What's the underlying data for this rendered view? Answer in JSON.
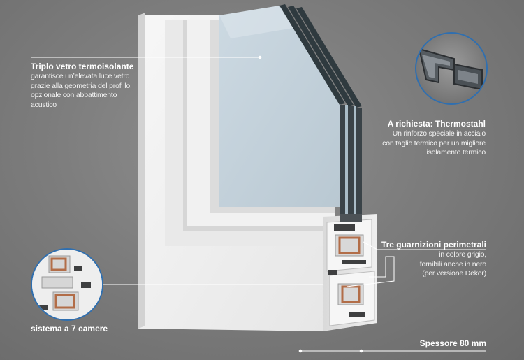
{
  "callouts": {
    "triple_glass": {
      "title": "Triplo vetro termoisolante",
      "lines": [
        "garantisce un’elevata luce vetro",
        "grazie alla geometria del profi lo,",
        "opzionale con abbattimento",
        "acustico"
      ]
    },
    "thermostahl": {
      "title": "A richiesta: Thermostahl",
      "lines": [
        "Un rinforzo speciale in acciaio",
        "con taglio termico per un migliore",
        "isolamento termico"
      ]
    },
    "gaskets": {
      "title": "Tre guarnizioni perimetrali",
      "lines": [
        "in colore grigio,",
        "fornibili anche in nero",
        "(per versione Dekor)"
      ]
    },
    "chambers": {
      "title": "sistema a 7 camere"
    },
    "thickness": {
      "title": "Spessore 80 mm"
    }
  },
  "colors": {
    "background": "#7d7d7d",
    "frame_white": "#f4f4f4",
    "glass_blue": "#c3d2dc",
    "steel_grey": "#3e3f40",
    "reinforcement_copper": "#b26d48",
    "detail_ring": "#2f6fb0"
  }
}
